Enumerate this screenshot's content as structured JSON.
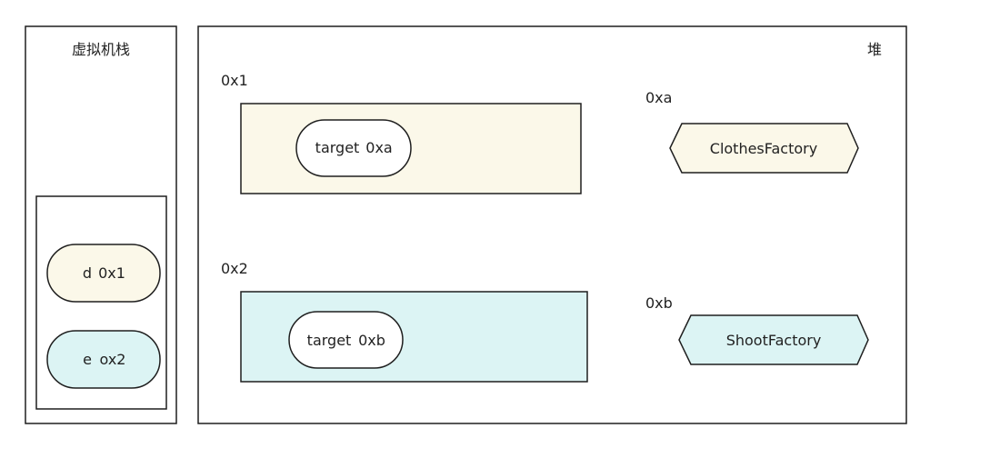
{
  "stack": {
    "title": "虚拟机栈",
    "frame": {
      "vars": [
        {
          "name": "d",
          "value": "0x1"
        },
        {
          "name": "e",
          "value": "ox2"
        }
      ]
    }
  },
  "heap": {
    "title": "堆",
    "objects": [
      {
        "address": "0x1",
        "field": {
          "name": "target",
          "value": "0xa"
        }
      },
      {
        "address": "0x2",
        "field": {
          "name": "target",
          "value": "0xb"
        }
      }
    ],
    "factories": [
      {
        "address": "0xa",
        "name": "ClothesFactory"
      },
      {
        "address": "0xb",
        "name": "ShootFactory"
      }
    ]
  },
  "colors": {
    "cream": "#fbf8e9",
    "cyan": "#dcf4f4",
    "stroke": "#1f1f1f",
    "white": "#ffffff"
  }
}
